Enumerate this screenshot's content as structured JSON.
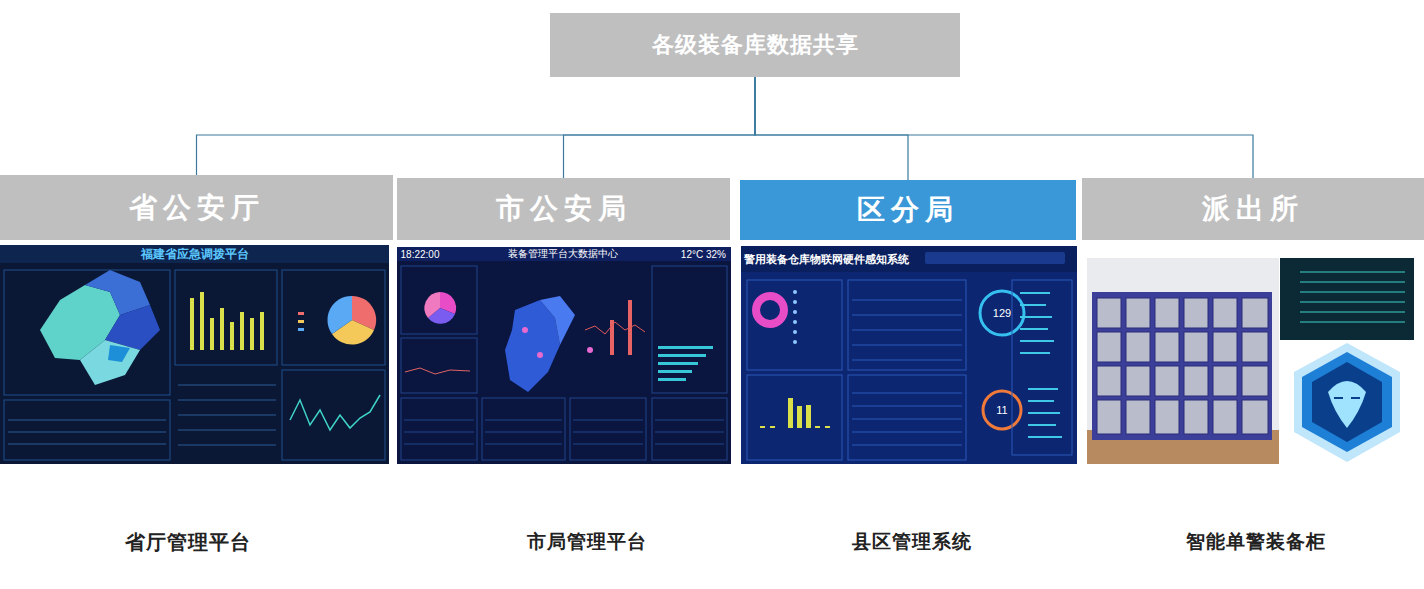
{
  "diagram": {
    "nodes": [
      {
        "text": [
          "各级装备库数据共享"
        ]
      },
      {
        "text": [
          "省公安厅"
        ]
      },
      {
        "text": [
          "市公安局"
        ]
      },
      {
        "text": [
          "区分局"
        ]
      },
      {
        "text": [
          "派出所"
        ]
      }
    ],
    "edges": [
      {
        "from": 0,
        "to": 1,
        "arrow": "none"
      },
      {
        "from": 0,
        "to": 2,
        "arrow": "none"
      },
      {
        "from": 0,
        "to": 3,
        "arrow": "none"
      },
      {
        "from": 0,
        "to": 4,
        "arrow": "none"
      }
    ],
    "labels": [
      "福建省应急调拨平台",
      "装备管理平台大数据中心",
      "18:22:00",
      "12°C",
      "32%",
      "警用装备仓库物联网硬件感知系统",
      "129",
      "11",
      "省厅管理平台",
      "市局管理平台",
      "县区管理系统",
      "智能单警装备柜"
    ]
  }
}
